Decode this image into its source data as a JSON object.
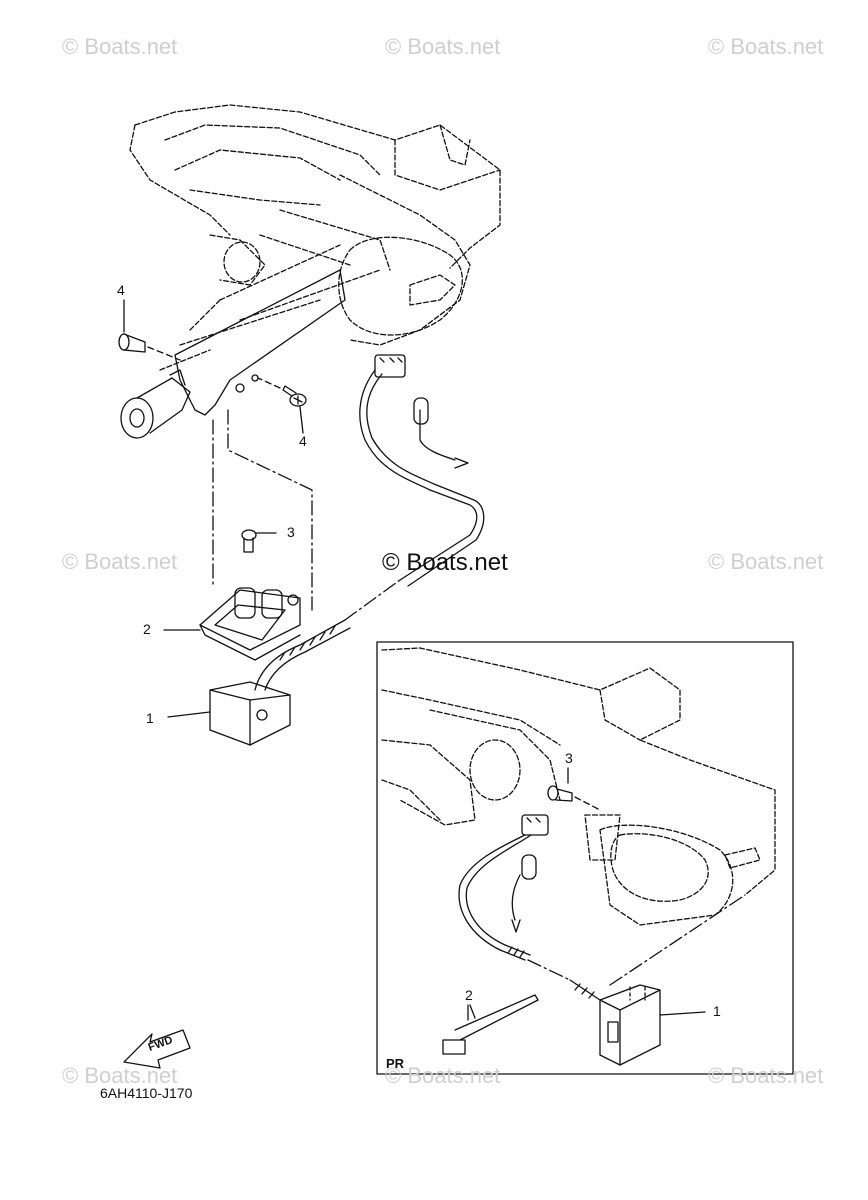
{
  "watermarks": {
    "top_left": "© Boats.net",
    "top_center": "© Boats.net",
    "top_right": "© Boats.net",
    "mid_left": "© Boats.net",
    "mid_right": "© Boats.net",
    "bottom_left": "© Boats.net",
    "bottom_center": "© Boats.net",
    "bottom_right": "© Boats.net",
    "center": "© Boats.net"
  },
  "callouts": {
    "c4_top": "4",
    "c4_right": "4",
    "c3_main": "3",
    "c2_main": "2",
    "c1_main": "1",
    "c3_inset": "3",
    "c2_inset": "2",
    "c1_inset": "1"
  },
  "inset_label": "PR",
  "fwd_label": "FWD",
  "diagram_code": "6AH4110-J170"
}
